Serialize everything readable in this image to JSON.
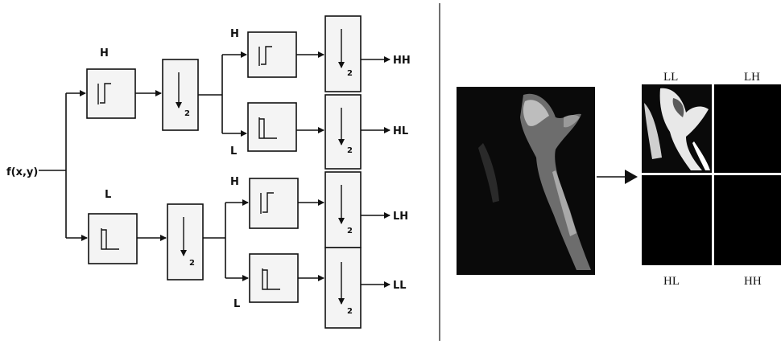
{
  "diagram": {
    "input_label": "f(x,y)",
    "filter_bank": {
      "branch_high_label": "H",
      "branch_low_label": "L",
      "stage2_upper": {
        "high_label": "H",
        "low_label": "L"
      },
      "stage2_lower": {
        "high_label": "H",
        "low_label": "L"
      },
      "downsample_factor": "2",
      "outputs": [
        "HH",
        "HL",
        "LH",
        "LL"
      ]
    },
    "decomposition": {
      "quadrants": {
        "top_left": "LL",
        "top_right": "LH",
        "bottom_left": "HL",
        "bottom_right": "HH"
      }
    },
    "colors": {
      "stroke": "#111111",
      "box_fill": "#f4f4f4",
      "quadrant_fill": "#000000"
    }
  }
}
